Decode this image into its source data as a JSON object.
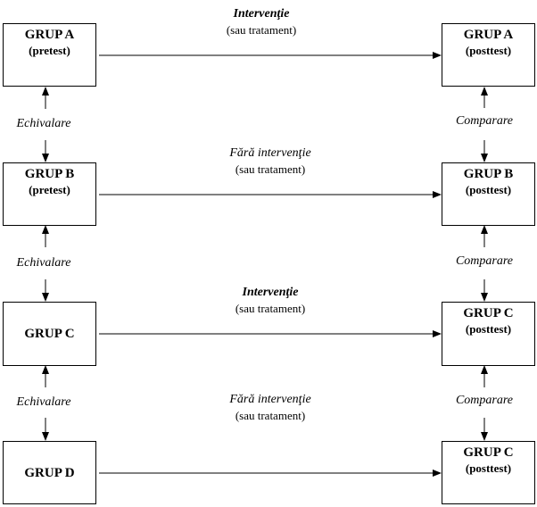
{
  "groups_left": [
    {
      "name": "GRUP A",
      "sub": "(pretest)"
    },
    {
      "name": "GRUP B",
      "sub": "(pretest)"
    },
    {
      "name": "GRUP C",
      "sub": ""
    },
    {
      "name": "GRUP D",
      "sub": ""
    }
  ],
  "groups_right": [
    {
      "name": "GRUP A",
      "sub": "(posttest)"
    },
    {
      "name": "GRUP B",
      "sub": "(posttest)"
    },
    {
      "name": "GRUP C",
      "sub": "(posttest)"
    },
    {
      "name": "GRUP C",
      "sub": "(posttest)"
    }
  ],
  "row_labels": [
    {
      "main": "Intervenţie",
      "sub": "(sau tratament)"
    },
    {
      "main": "Fără intervenţie",
      "sub": "(sau tratament)"
    },
    {
      "main": "Intervenţie",
      "sub": "(sau tratament)"
    },
    {
      "main": "Fără intervenţie",
      "sub": "(sau tratament)"
    }
  ],
  "left_connectors": [
    "Echivalare",
    "Echivalare",
    "Echivalare"
  ],
  "right_connectors": [
    "Comparare",
    "Comparare",
    "Comparare"
  ]
}
